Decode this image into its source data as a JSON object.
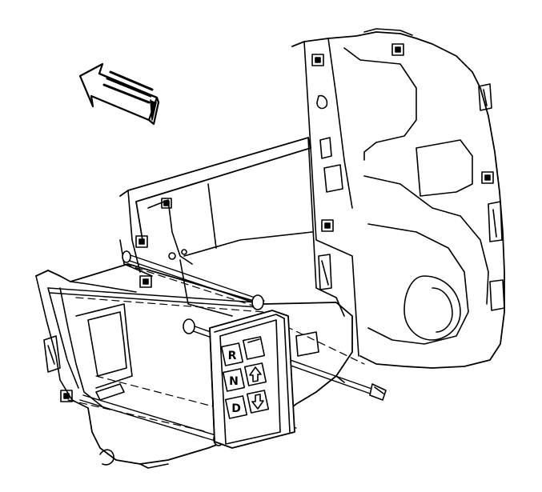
{
  "diagram": {
    "labels": {
      "reverse": "R",
      "neutral": "N",
      "drive": "D"
    },
    "icons": {
      "direction_arrow": "direction-arrow-icon",
      "upshift": "upshift-arrow-icon",
      "downshift": "downshift-arrow-icon"
    },
    "colors": {
      "line": "#000000",
      "background": "#ffffff",
      "shade": "#d8d8d8"
    }
  }
}
